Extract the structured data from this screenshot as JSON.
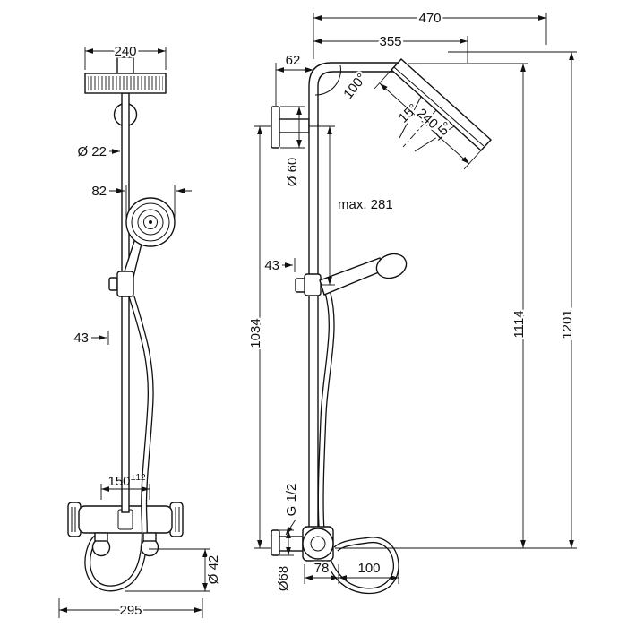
{
  "page": {
    "background": "#ffffff",
    "line_color": "#111111"
  },
  "drawing": {
    "front_view": {
      "head_width": "240",
      "pipe_diameter": "Ø 22",
      "hand_shower_width": "82",
      "slider_offset": "43",
      "valve_centers": "150",
      "valve_centers_tolerance": "±12",
      "overall_width": "295",
      "hose_bend_diameter": "Ø 42"
    },
    "side_view": {
      "overall_reach": "470",
      "arm_reach": "355",
      "wall_to_pipe": "62",
      "arm_angle": "100°",
      "spray_angle_left": "15°",
      "spray_angle_right": "15°",
      "head_size": "240",
      "escutcheon_diameter": "Ø 60",
      "max_adjustment": "max. 281",
      "holder_offset": "43",
      "bracket_height": "1034",
      "head_height": "1114",
      "total_height": "1201",
      "thread_size": "G 1/2",
      "base_escutcheon_diameter": "Ø68",
      "valve_depth": "78",
      "hose_clearance": "100"
    }
  }
}
